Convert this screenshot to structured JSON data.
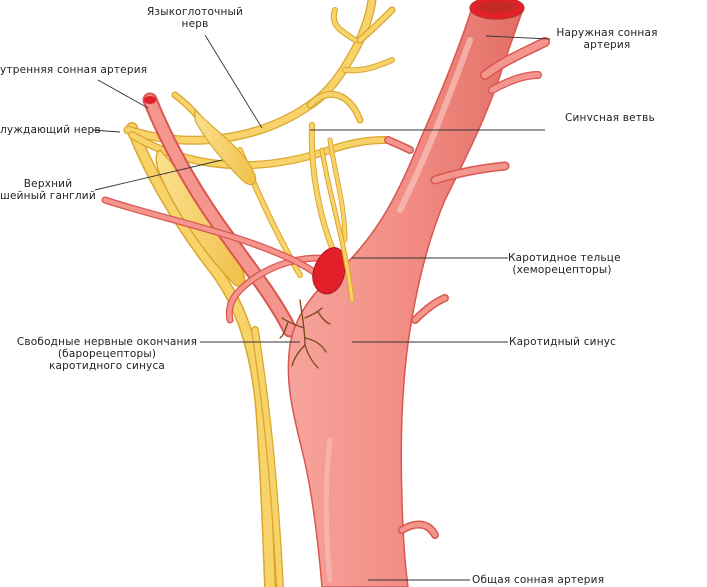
{
  "labels": {
    "glossopharyngeal": [
      "Языкоглоточный",
      "нерв"
    ],
    "internal_carotid": "утренняя сонная артерия",
    "vagus": "луждающий нерв",
    "ganglion": [
      "Верхний",
      "шейный ганглий"
    ],
    "external_carotid": [
      "Наружная сонная",
      "артерия"
    ],
    "sinus_branch": "Синусная ветвь",
    "carotid_body": [
      "Каротидное тельце",
      "(хеморецепторы)"
    ],
    "carotid_sinus": "Каротидный синус",
    "free_endings": [
      "Свободные нервные окончания",
      "(барорецепторы)",
      "каротидного синуса"
    ],
    "common_carotid": "Общая сонная артерия"
  },
  "colors": {
    "artery_fill": "#f4958e",
    "artery_dark": "#d9574f",
    "artery_light": "#f9b6ad",
    "nerve_fill": "#f8d36a",
    "nerve_edge": "#d9a72f",
    "carotid_body": "#e3202a",
    "leader": "#333333"
  }
}
